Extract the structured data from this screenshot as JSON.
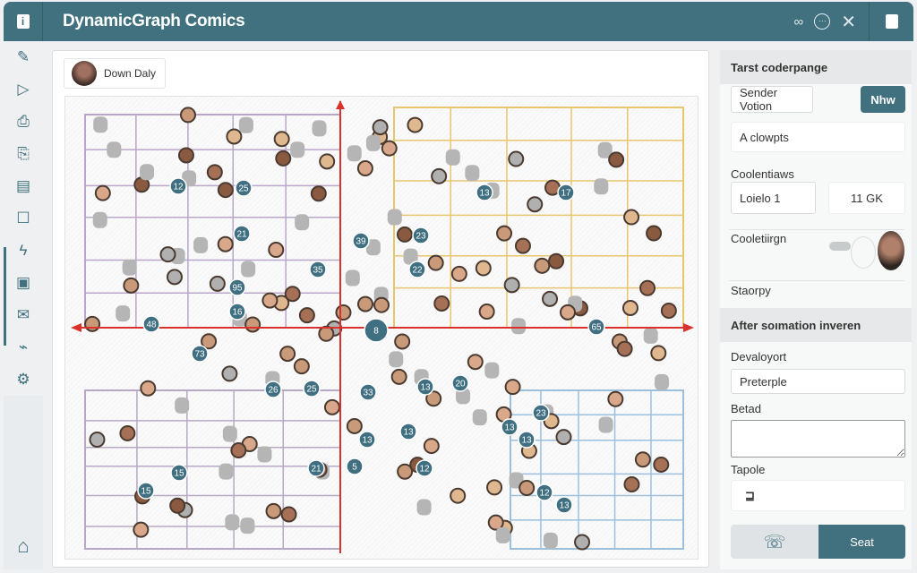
{
  "header": {
    "title": "DynamicGraph Comics",
    "logo_icon": "info-icon",
    "icons": [
      "link-icon",
      "more-icon",
      "close-icon"
    ],
    "right_icon": "bookmark-icon"
  },
  "sidebar": {
    "items": [
      "edit-icon",
      "send-icon",
      "bag-icon",
      "print-icon",
      "calendar-icon",
      "box-icon",
      "flash-icon",
      "image-icon",
      "mail-icon",
      "plugin-icon",
      "gear-icon"
    ],
    "home": "home-icon"
  },
  "main": {
    "user_chip": "Down Daly",
    "graph": {
      "axis_color": "#d9322c",
      "quadrant_colors": [
        "#b9a6c9",
        "#e8c66e",
        "#b7a9c4",
        "#9cc0dc"
      ],
      "node_labels": [
        "12",
        "25",
        "17",
        "13",
        "21",
        "39",
        "23",
        "35",
        "22",
        "95",
        "16",
        "48",
        "8",
        "65",
        "73",
        "26",
        "25",
        "33",
        "13",
        "20",
        "23",
        "13",
        "13",
        "13",
        "13",
        "15",
        "21",
        "5",
        "12",
        "15",
        "12",
        "13"
      ]
    }
  },
  "panel": {
    "section1_title": "Tarst coderpange",
    "sender_field": "Sender Votion",
    "new_button": "Nhw",
    "dropdown": "A clowpts",
    "coolentiaws_label": "Coolentiaws",
    "field_left": "Loielo 1",
    "field_right": "11 GK",
    "cooletiirgn_label": "Cooletiirgn",
    "staorpy_label": "Staorpy",
    "section2_title": "After soımation inveren",
    "devaloyort_label": "Devaloyort",
    "devaloyort_value": "Preterple",
    "betad_label": "Betad",
    "betad_value": "",
    "tapole_label": "Tapole",
    "seat_button": "Seat"
  }
}
